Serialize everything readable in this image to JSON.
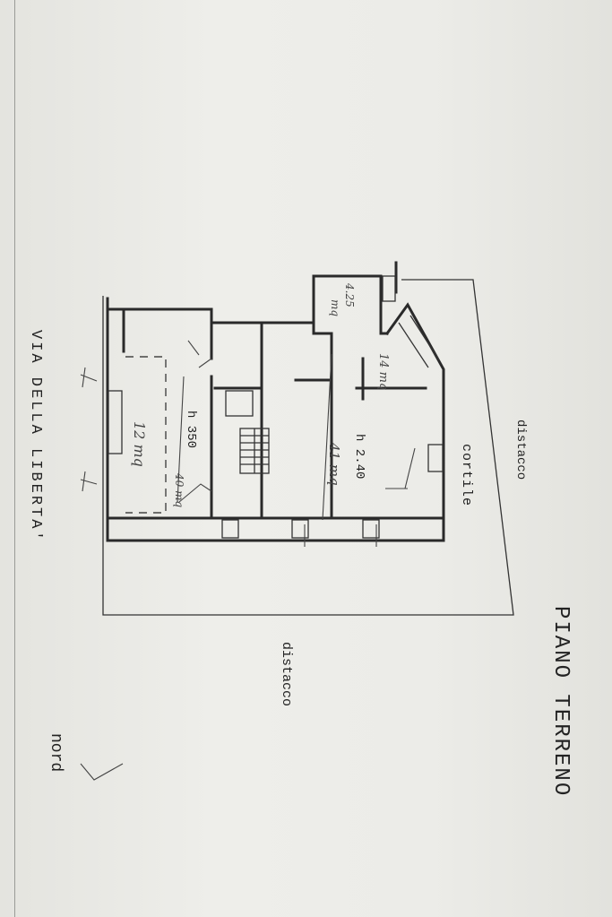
{
  "labels": {
    "street": "VIA DELLA LIBERTA'",
    "title": "PIANO TERRENO",
    "courtyard": "cortile",
    "setback_top": "distacco",
    "setback_bottom": "distacco",
    "north": "nord",
    "height_left": "h 350",
    "height_right": "h 2.40"
  },
  "handwritten": {
    "room_left": "12 mq",
    "room_left_small": "40 mq",
    "room_center": "41 mq",
    "room_storage": "14 mq",
    "room_corner_a": "4.25",
    "room_corner_b": "mq"
  }
}
